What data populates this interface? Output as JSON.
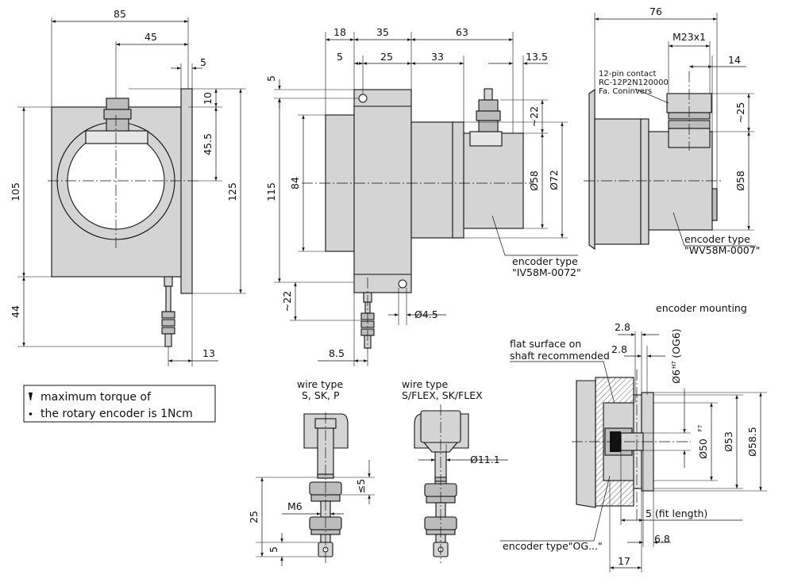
{
  "dims": {
    "d85": "85",
    "d45": "45",
    "d5a": "5",
    "d10": "10",
    "d45_5": "45.5",
    "d105": "105",
    "d125": "125",
    "d44": "44",
    "d13": "13",
    "d18": "18",
    "d35": "35",
    "d63": "63",
    "d5b": "5",
    "d25a": "25",
    "d33": "33",
    "d13_5": "13.5",
    "d5c": "5",
    "d22a": "~22",
    "d58a": "Ø58",
    "d72": "Ø72",
    "d84": "84",
    "d115": "115",
    "d22b": "~22",
    "d4_5": "Ø4.5",
    "d8_5": "8.5",
    "d76": "76",
    "dM23": "M23x1",
    "d14": "14",
    "d25b": "~25",
    "d58b": "Ø58",
    "d11_1": "Ø11.1",
    "d5d": "≤5",
    "d25c": "25",
    "dM6": "M6",
    "d5e": "5",
    "d2_8a": "2.8",
    "d2_8b": "2.8",
    "d6": "Ø6",
    "d6tol": "H7",
    "dOG6": "(OG6)",
    "d50": "Ø50",
    "d50tol": "F7",
    "d53": "Ø53",
    "d58_5": "Ø58.5",
    "d5fit": "5 (fit length)",
    "d6_8": "6.8",
    "d17": "17"
  },
  "labels": {
    "contact1": "12-pin contact",
    "contact2": "RC-12P2N120000",
    "contact3": "Fa. Coninvers",
    "encIV_1": "encoder type",
    "encIV_2": "\"IV58M-0072\"",
    "encWV_1": "encoder type",
    "encWV_2": "\"WV58M-0007\"",
    "encMount": "encoder mounting",
    "flat1": "flat surface on",
    "flat2": "shaft recommended",
    "encOG": "encoder type\"OG...\"",
    "wireA_1": "wire type",
    "wireA_2": "S, SK, P",
    "wireB_1": "wire type",
    "wireB_2": "S/FLEX, SK/FLEX",
    "note1": "maximum torque of",
    "note2": "the rotary encoder is 1Ncm"
  }
}
